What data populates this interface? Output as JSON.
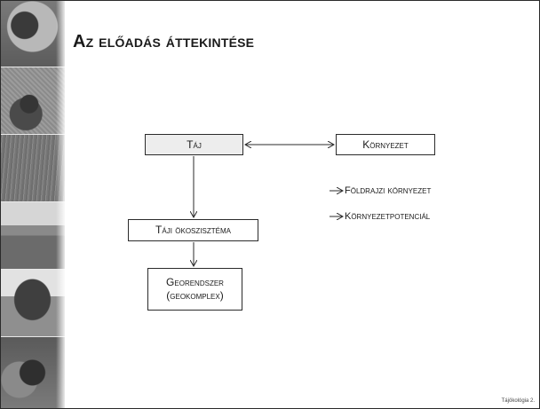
{
  "slide": {
    "title": "Az előadás áttekintése",
    "footer": "Tájökológia 2."
  },
  "diagram": {
    "taj": "Táj",
    "kornyezet": "Környezet",
    "taji_okoszisztema": "Táji ökoszisztéma",
    "georendszer_line1": "Georendszer",
    "georendszer_line2": "(geokomplex)"
  },
  "side_list": [
    {
      "label": "Földrajzi környezet"
    },
    {
      "label": "Környezetpotenciál"
    }
  ]
}
